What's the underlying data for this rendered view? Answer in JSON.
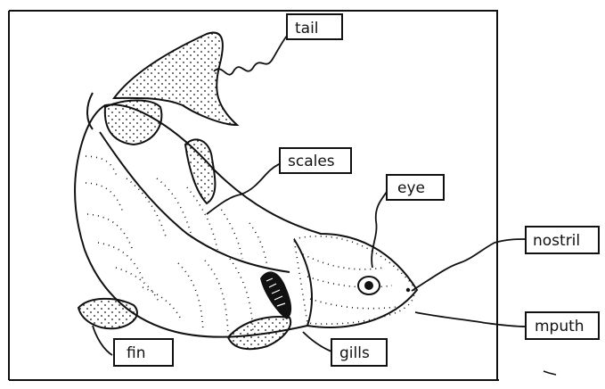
{
  "labels": {
    "tail": "tail",
    "scales": "scales",
    "eye": "eye",
    "nostril": "nostril",
    "mouth": "mputh",
    "fin": "fin",
    "gills": "gills"
  },
  "colors": {
    "ink": "#111111",
    "paper": "#ffffff"
  }
}
